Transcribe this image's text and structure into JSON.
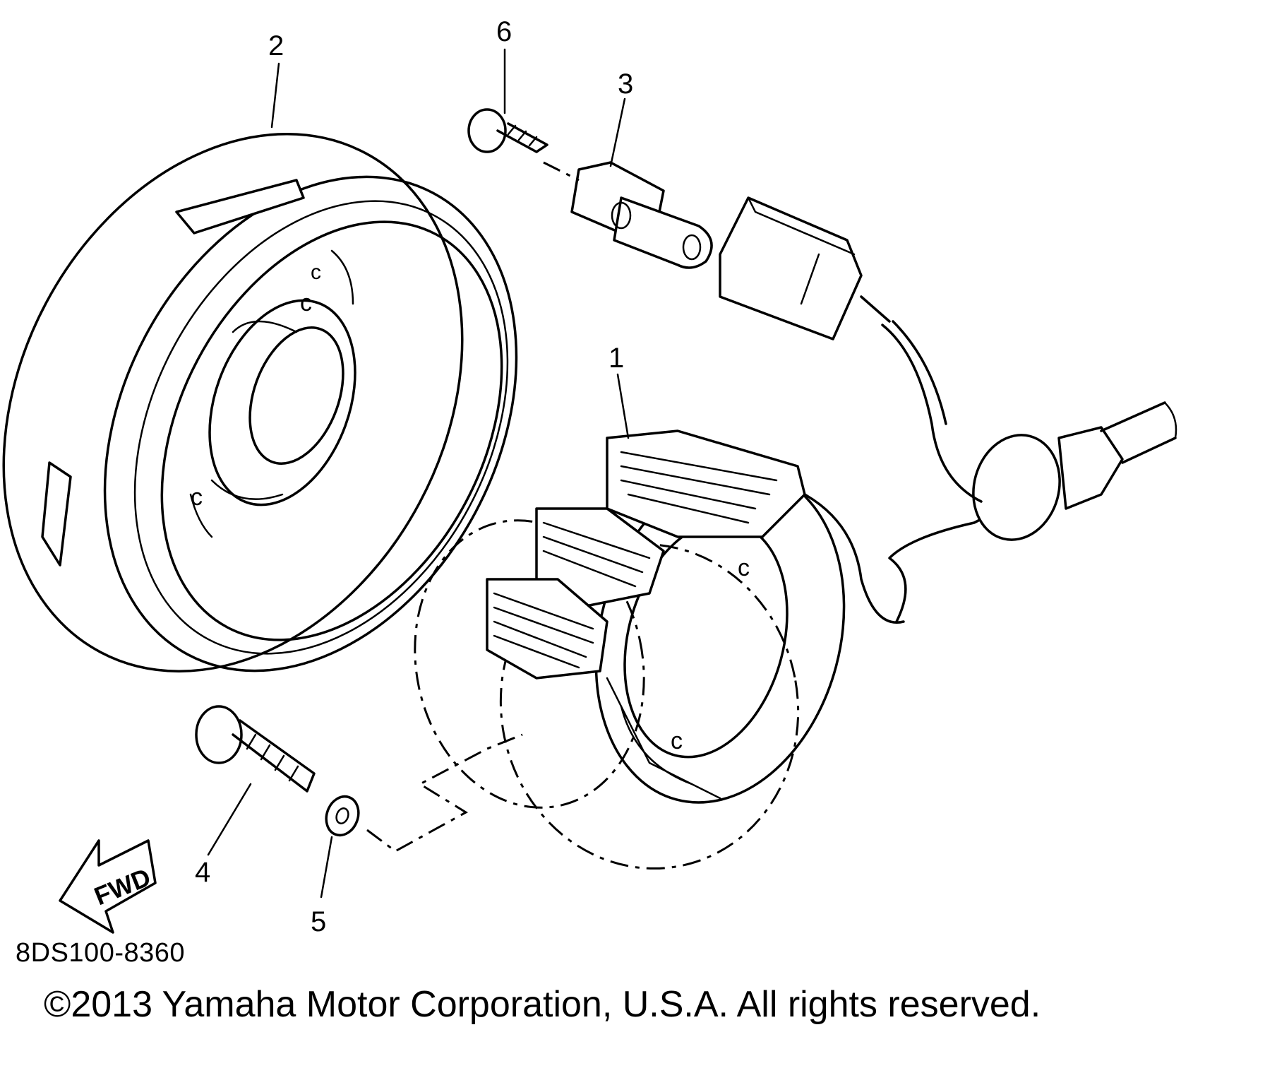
{
  "diagram": {
    "callouts": [
      {
        "id": "1",
        "label": "1"
      },
      {
        "id": "2",
        "label": "2"
      },
      {
        "id": "3",
        "label": "3"
      },
      {
        "id": "4",
        "label": "4"
      },
      {
        "id": "5",
        "label": "5"
      },
      {
        "id": "6",
        "label": "6"
      }
    ],
    "direction_label": "FWD",
    "diagram_code": "8DS100-8360",
    "copyright": "©2013 Yamaha Motor Corporation, U.S.A. All rights reserved."
  }
}
